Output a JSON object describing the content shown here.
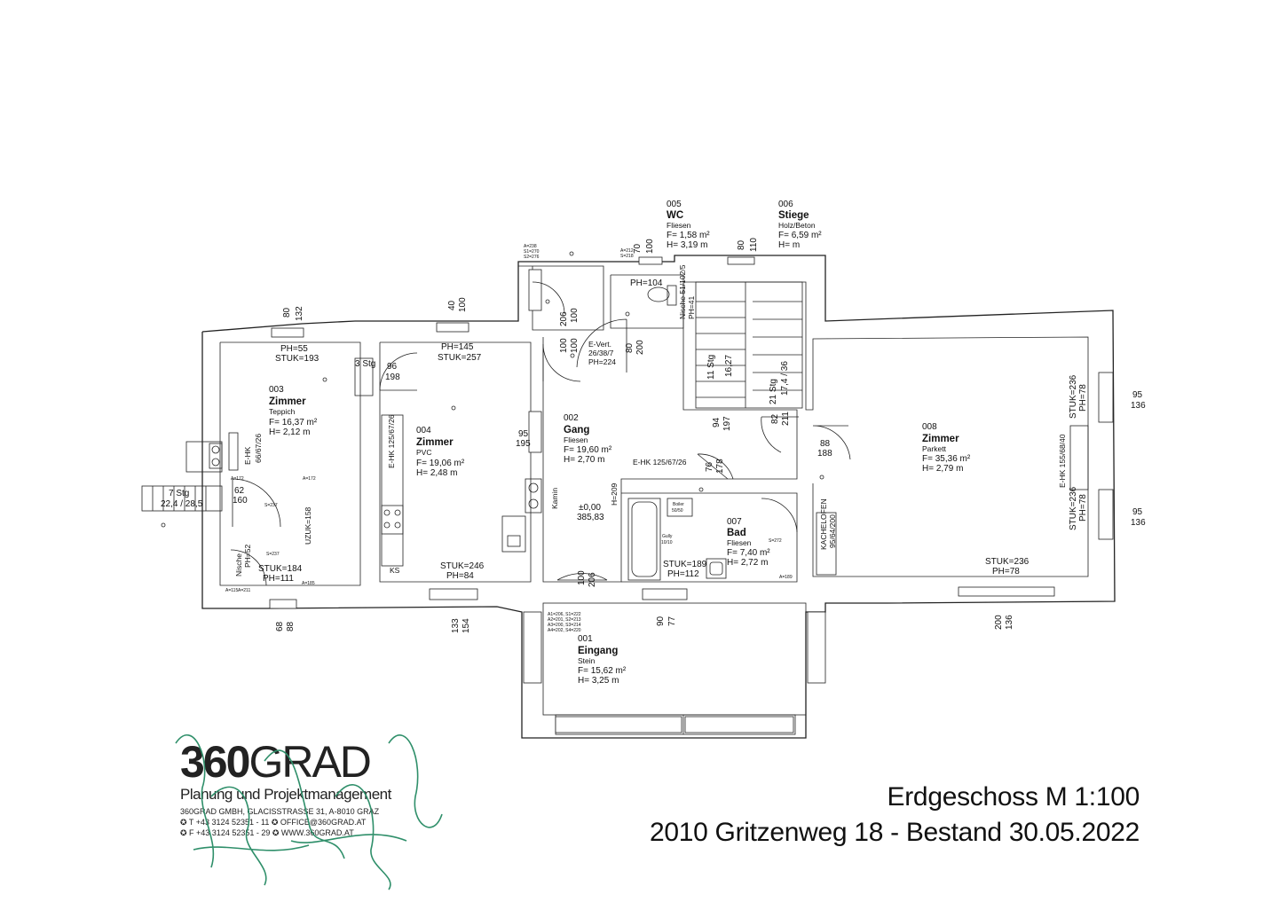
{
  "rooms": [
    {
      "id": "001",
      "name": "Eingang",
      "floor": "Stein",
      "area": "F= 15,62 m²",
      "height": "H=  3,25 m"
    },
    {
      "id": "002",
      "name": "Gang",
      "floor": "Fliesen",
      "area": "F= 19,60 m²",
      "height": "H=  2,70 m"
    },
    {
      "id": "003",
      "name": "Zimmer",
      "floor": "Teppich",
      "area": "F= 16,37 m²",
      "height": "H=  2,12 m"
    },
    {
      "id": "004",
      "name": "Zimmer",
      "floor": "PVC",
      "area": "F= 19,06 m²",
      "height": "H=  2,48 m"
    },
    {
      "id": "005",
      "name": "WC",
      "floor": "Fliesen",
      "area": "F=  1,58 m²",
      "height": "H=  3,19 m"
    },
    {
      "id": "006",
      "name": "Stiege",
      "floor": "Holz/Beton",
      "area": "F=  6,59 m²",
      "height": "H=        m"
    },
    {
      "id": "007",
      "name": "Bad",
      "floor": "Fliesen",
      "area": "F=  7,40 m²",
      "height": "H=  2,72 m"
    },
    {
      "id": "008",
      "name": "Zimmer",
      "floor": "Parkett",
      "area": "F= 35,36 m²",
      "height": "H=  2,79 m"
    }
  ],
  "labels": {
    "ph55": "PH=55",
    "stuk193": "STUK=193",
    "ph145": "PH=145",
    "stuk257": "STUK=257",
    "ph104": "PH=104",
    "stuk184": "STUK=184",
    "ph111": "PH=111",
    "stuk246": "STUK=246",
    "ph84": "PH=84",
    "stuk189": "STUK=189",
    "ph112": "PH=112",
    "stuk236a": "STUK=236",
    "ph78a": "PH=78",
    "stuk236b": "STUK=236",
    "ph78b": "PH=78",
    "stuk236c": "STUK=236",
    "ph78c": "PH=78",
    "stg7": "7  Stg",
    "stg7b": "22,4 / 28,5",
    "stg3": "3  Stg",
    "stg11": "11  Stg",
    "stg11b": "16,27",
    "stg21": "21  Stg",
    "stg21b": "17,4 / 36",
    "ehk_a": "E-HK  125/67/26",
    "ehk_b": "E-HK  125/67/26",
    "ehk_c": "E-HK  155/68/40",
    "ehk_d": "E-HK",
    "ehk_d2": "66/67/26",
    "evert": "E-Vert.",
    "evert2": "26/38/7",
    "evert3": "PH=224",
    "nische": "Nische  51/102/5",
    "nische2": "PH=41",
    "nische_b": "Nische",
    "nische_b2": "PH=52",
    "kachel": "KACHELOFEN",
    "kachel2": "95/64/200",
    "kamin": "Kamin",
    "ks": "KS",
    "uzuk": "UZUK=158",
    "boiler": "Boiler",
    "boiler2": "50/50",
    "gully": "Gully",
    "gully2": "10/10",
    "h209": "H=209",
    "zero": "±0,00",
    "zero2": "385,83",
    "d_80_132a": "80",
    "d_80_132b": "132",
    "d_40_100a": "40",
    "d_40_100b": "100",
    "d_96": "96",
    "d_198": "198",
    "d_95": "95",
    "d_195": "195",
    "d_70": "70",
    "d_100a": "100",
    "d_80b": "80",
    "d_110": "110",
    "d_100b": "100",
    "d_206a": "206",
    "d_100c": "100",
    "d_206b": "100",
    "d_80c": "80",
    "d_200a": "200",
    "d_94": "94",
    "d_197": "197",
    "d_82": "82",
    "d_211": "211",
    "d_76": "76",
    "d_178": "178",
    "d_88": "88",
    "d_188": "188",
    "d_62": "62",
    "d_160": "160",
    "d_95r1": "95",
    "d_136r1": "136",
    "d_95r2": "95",
    "d_136r2": "136",
    "d_68": "68",
    "d_88b": "88",
    "d_133": "133",
    "d_154": "154",
    "d_100d": "100",
    "d_206c": "206",
    "d_90": "90",
    "d_77": "77",
    "d_200b": "200",
    "d_136b": "136",
    "a_list1": "A1=206, S1=222",
    "a_list2": "A2=201, S2=213",
    "a_list3": "A3=200, S3=214",
    "a_list4": "A4=202, S4=220",
    "a_top1": "A=238",
    "a_top2": "S1=270",
    "a_top3": "S2=276",
    "a_top4": "A=212",
    "a_top5": "S=218",
    "a172a": "A=172",
    "a172b": "A=172",
    "s237a": "S=237",
    "s237b": "S=237",
    "a115": "A=115",
    "a211": "A=211",
    "a185": "A=185",
    "s272": "S=272",
    "a189": "A=189"
  },
  "title": {
    "line1": "Erdgeschoss M 1:100",
    "line2": "2010 Gritzenweg 18 - Bestand 30.05.2022"
  },
  "logo": {
    "brand_bold": "360",
    "brand_rest": "GRAD",
    "tagline": "Planung und Projektmanagement",
    "company": "360GRAD GMBH,     GLACISSTRASSE 31, A-8010 GRAZ",
    "contact1": "✪ T +43 3124 52351 - 11   ✪ OFFICE@360GRAD.AT",
    "contact2": "✪ F +43 3124 52351 - 29   ✪ WWW.360GRAD.AT"
  },
  "colors": {
    "line": "#222222",
    "signature": "#2f8f6a"
  }
}
